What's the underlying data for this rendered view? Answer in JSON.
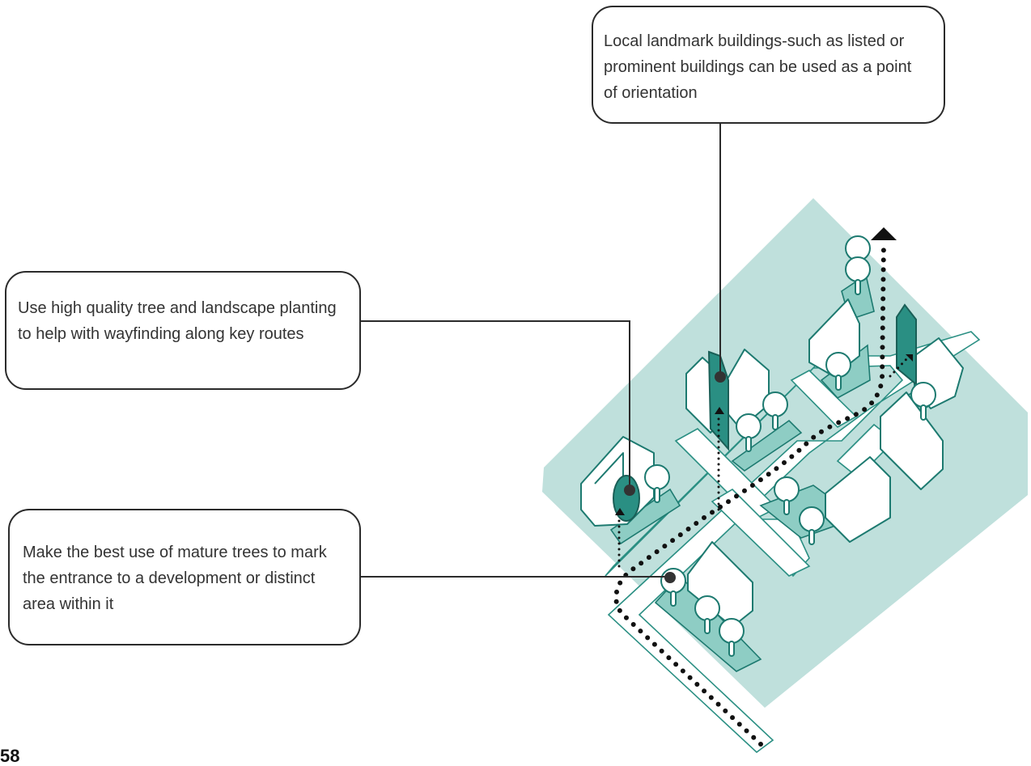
{
  "callouts": {
    "landmark": "Local landmark buildings-such as listed or prominent buildings can be used as a point of orientation",
    "planting": "Use high quality tree and landscape planting to help with wayfinding along key routes",
    "mature_trees": "Make the best use of mature trees to mark the entrance to a development or distinct area within it"
  },
  "page_number": "58",
  "colors": {
    "site": "#bfe0dc",
    "plot": "#8ecdc4",
    "landmark": "#2a8f83",
    "stroke": "#1d7a70",
    "ink": "#222222"
  }
}
